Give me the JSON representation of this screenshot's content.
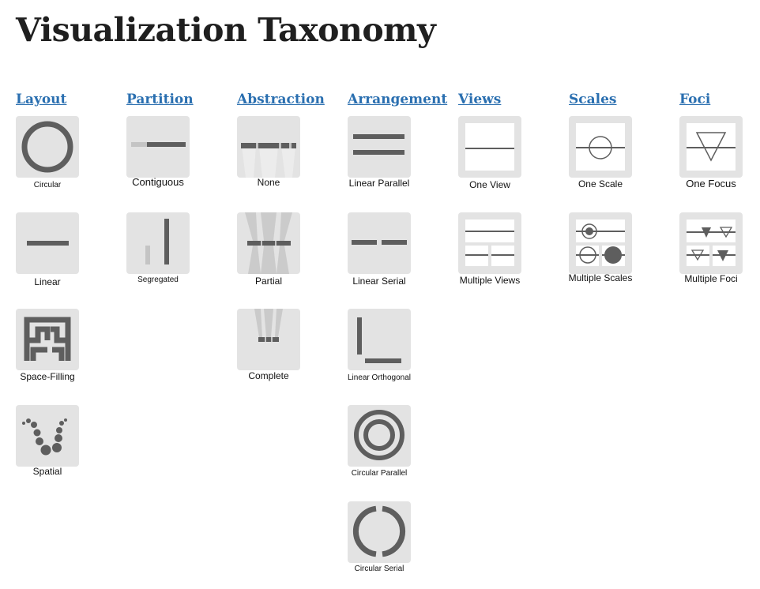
{
  "title": "Visualization Taxonomy",
  "columns": [
    {
      "header": "Layout",
      "items": [
        {
          "label": "Circular",
          "icon": "circular-layout-icon"
        },
        {
          "label": "Linear",
          "icon": "linear-layout-icon"
        },
        {
          "label": "Space-Filling",
          "icon": "space-filling-layout-icon"
        },
        {
          "label": "Spatial",
          "icon": "spatial-layout-icon"
        }
      ]
    },
    {
      "header": "Partition",
      "items": [
        {
          "label": "Contiguous",
          "icon": "contiguous-partition-icon"
        },
        {
          "label": "Segregated",
          "icon": "segregated-partition-icon"
        }
      ]
    },
    {
      "header": "Abstraction",
      "items": [
        {
          "label": "None",
          "icon": "no-abstraction-icon"
        },
        {
          "label": "Partial",
          "icon": "partial-abstraction-icon"
        },
        {
          "label": "Complete",
          "icon": "complete-abstraction-icon"
        }
      ]
    },
    {
      "header": "Arrangement",
      "items": [
        {
          "label": "Linear Parallel",
          "icon": "linear-parallel-arrangement-icon"
        },
        {
          "label": "Linear Serial",
          "icon": "linear-serial-arrangement-icon"
        },
        {
          "label": "Linear Orthogonal",
          "icon": "linear-orthogonal-arrangement-icon"
        },
        {
          "label": "Circular Parallel",
          "icon": "circular-parallel-arrangement-icon"
        },
        {
          "label": "Circular Serial",
          "icon": "circular-serial-arrangement-icon"
        }
      ]
    },
    {
      "header": "Views",
      "items": [
        {
          "label": "One View",
          "icon": "one-view-icon"
        },
        {
          "label": "Multiple Views",
          "icon": "multiple-views-icon"
        }
      ]
    },
    {
      "header": "Scales",
      "items": [
        {
          "label": "One Scale",
          "icon": "one-scale-icon"
        },
        {
          "label": "Multiple Scales",
          "icon": "multiple-scales-icon"
        }
      ]
    },
    {
      "header": "Foci",
      "items": [
        {
          "label": "One Focus",
          "icon": "one-focus-icon"
        },
        {
          "label": "Multiple Foci",
          "icon": "multiple-foci-icon"
        }
      ]
    }
  ],
  "colors": {
    "link": "#2a6fb0",
    "tile_background": "#e3e3e3",
    "glyph_dark": "#5e5e5e",
    "glyph_light": "#c4c4c4"
  }
}
